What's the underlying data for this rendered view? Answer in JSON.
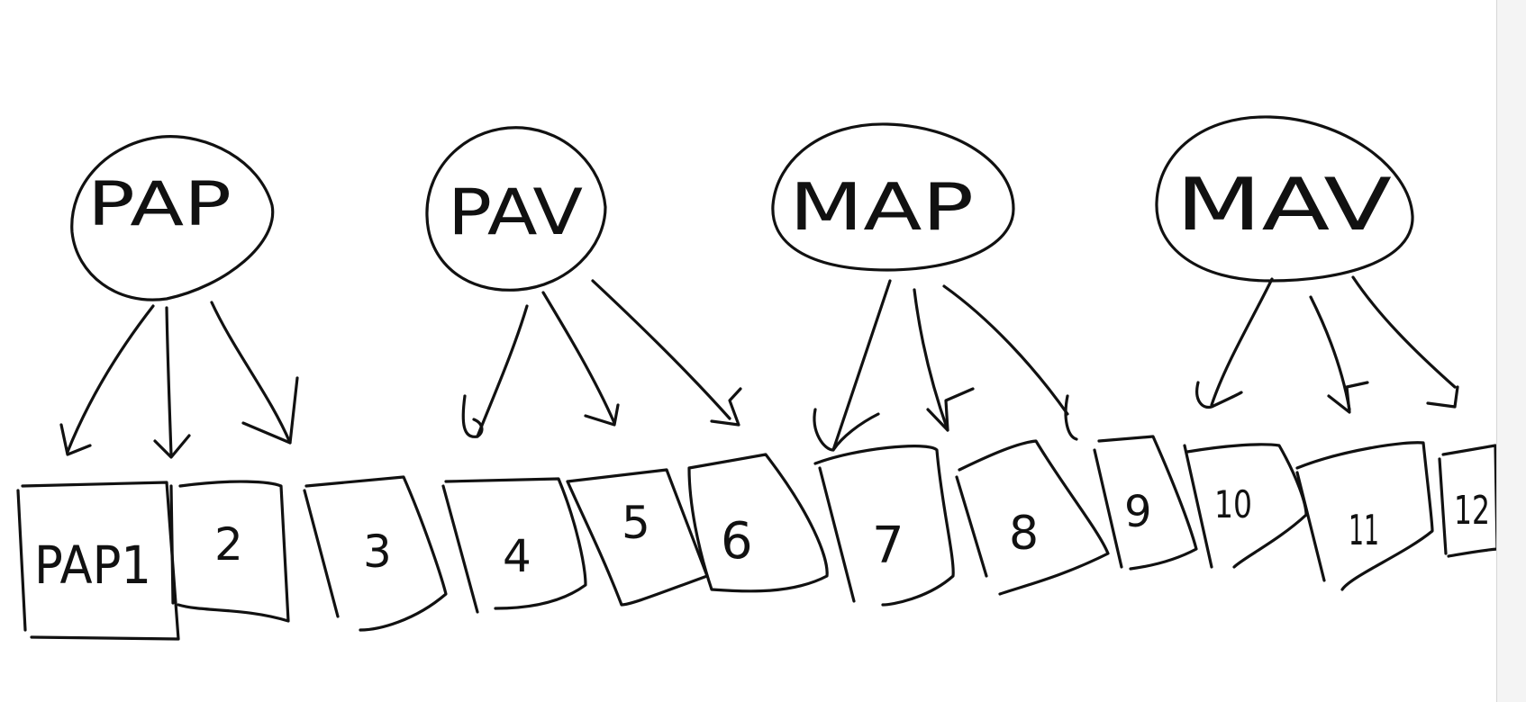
{
  "diagram": {
    "groups": [
      {
        "label": "PAP",
        "targets": [
          "PAP1",
          "2",
          "3"
        ]
      },
      {
        "label": "PAV",
        "targets": [
          "4",
          "5",
          "6"
        ]
      },
      {
        "label": "MAP",
        "targets": [
          "7",
          "8",
          "9"
        ]
      },
      {
        "label": "MAV",
        "targets": [
          "10",
          "11",
          "12"
        ]
      }
    ],
    "boxes": [
      "PAP1",
      "2",
      "3",
      "4",
      "5",
      "6",
      "7",
      "8",
      "9",
      "10",
      "11",
      "12"
    ]
  },
  "style": {
    "ink": "#111111",
    "background": "#ffffff"
  }
}
